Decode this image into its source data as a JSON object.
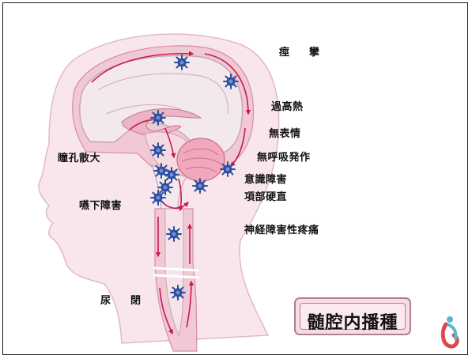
{
  "labels": {
    "seizure": "痙　攣",
    "high_fever": "過高熱",
    "no_expression": "無表情",
    "apnea": "無呼吸発作",
    "consciousness": "意識障害",
    "neck_stiffness": "項部硬直",
    "neuropathic_pain": "神経障害性疼痛",
    "pupil_dilation": "瞳孔散大",
    "dysphagia": "嚥下障害",
    "urinary_retention": "尿　閉"
  },
  "title": "髄腔内播種",
  "colors": {
    "head_fill": "#f9e6ec",
    "head_outline": "#e0b9c6",
    "brain_fill": "#f3e8ec",
    "csf_space": "#f0c9d4",
    "arrow": "#c8194f",
    "cerebellum": "#f1a7bc",
    "tumor_cell": "#2c4f9e",
    "title_bg": "#f6dde4"
  },
  "icons": {
    "tumor": "tumor-cell-icon",
    "logo": "ribbon-logo-icon"
  }
}
